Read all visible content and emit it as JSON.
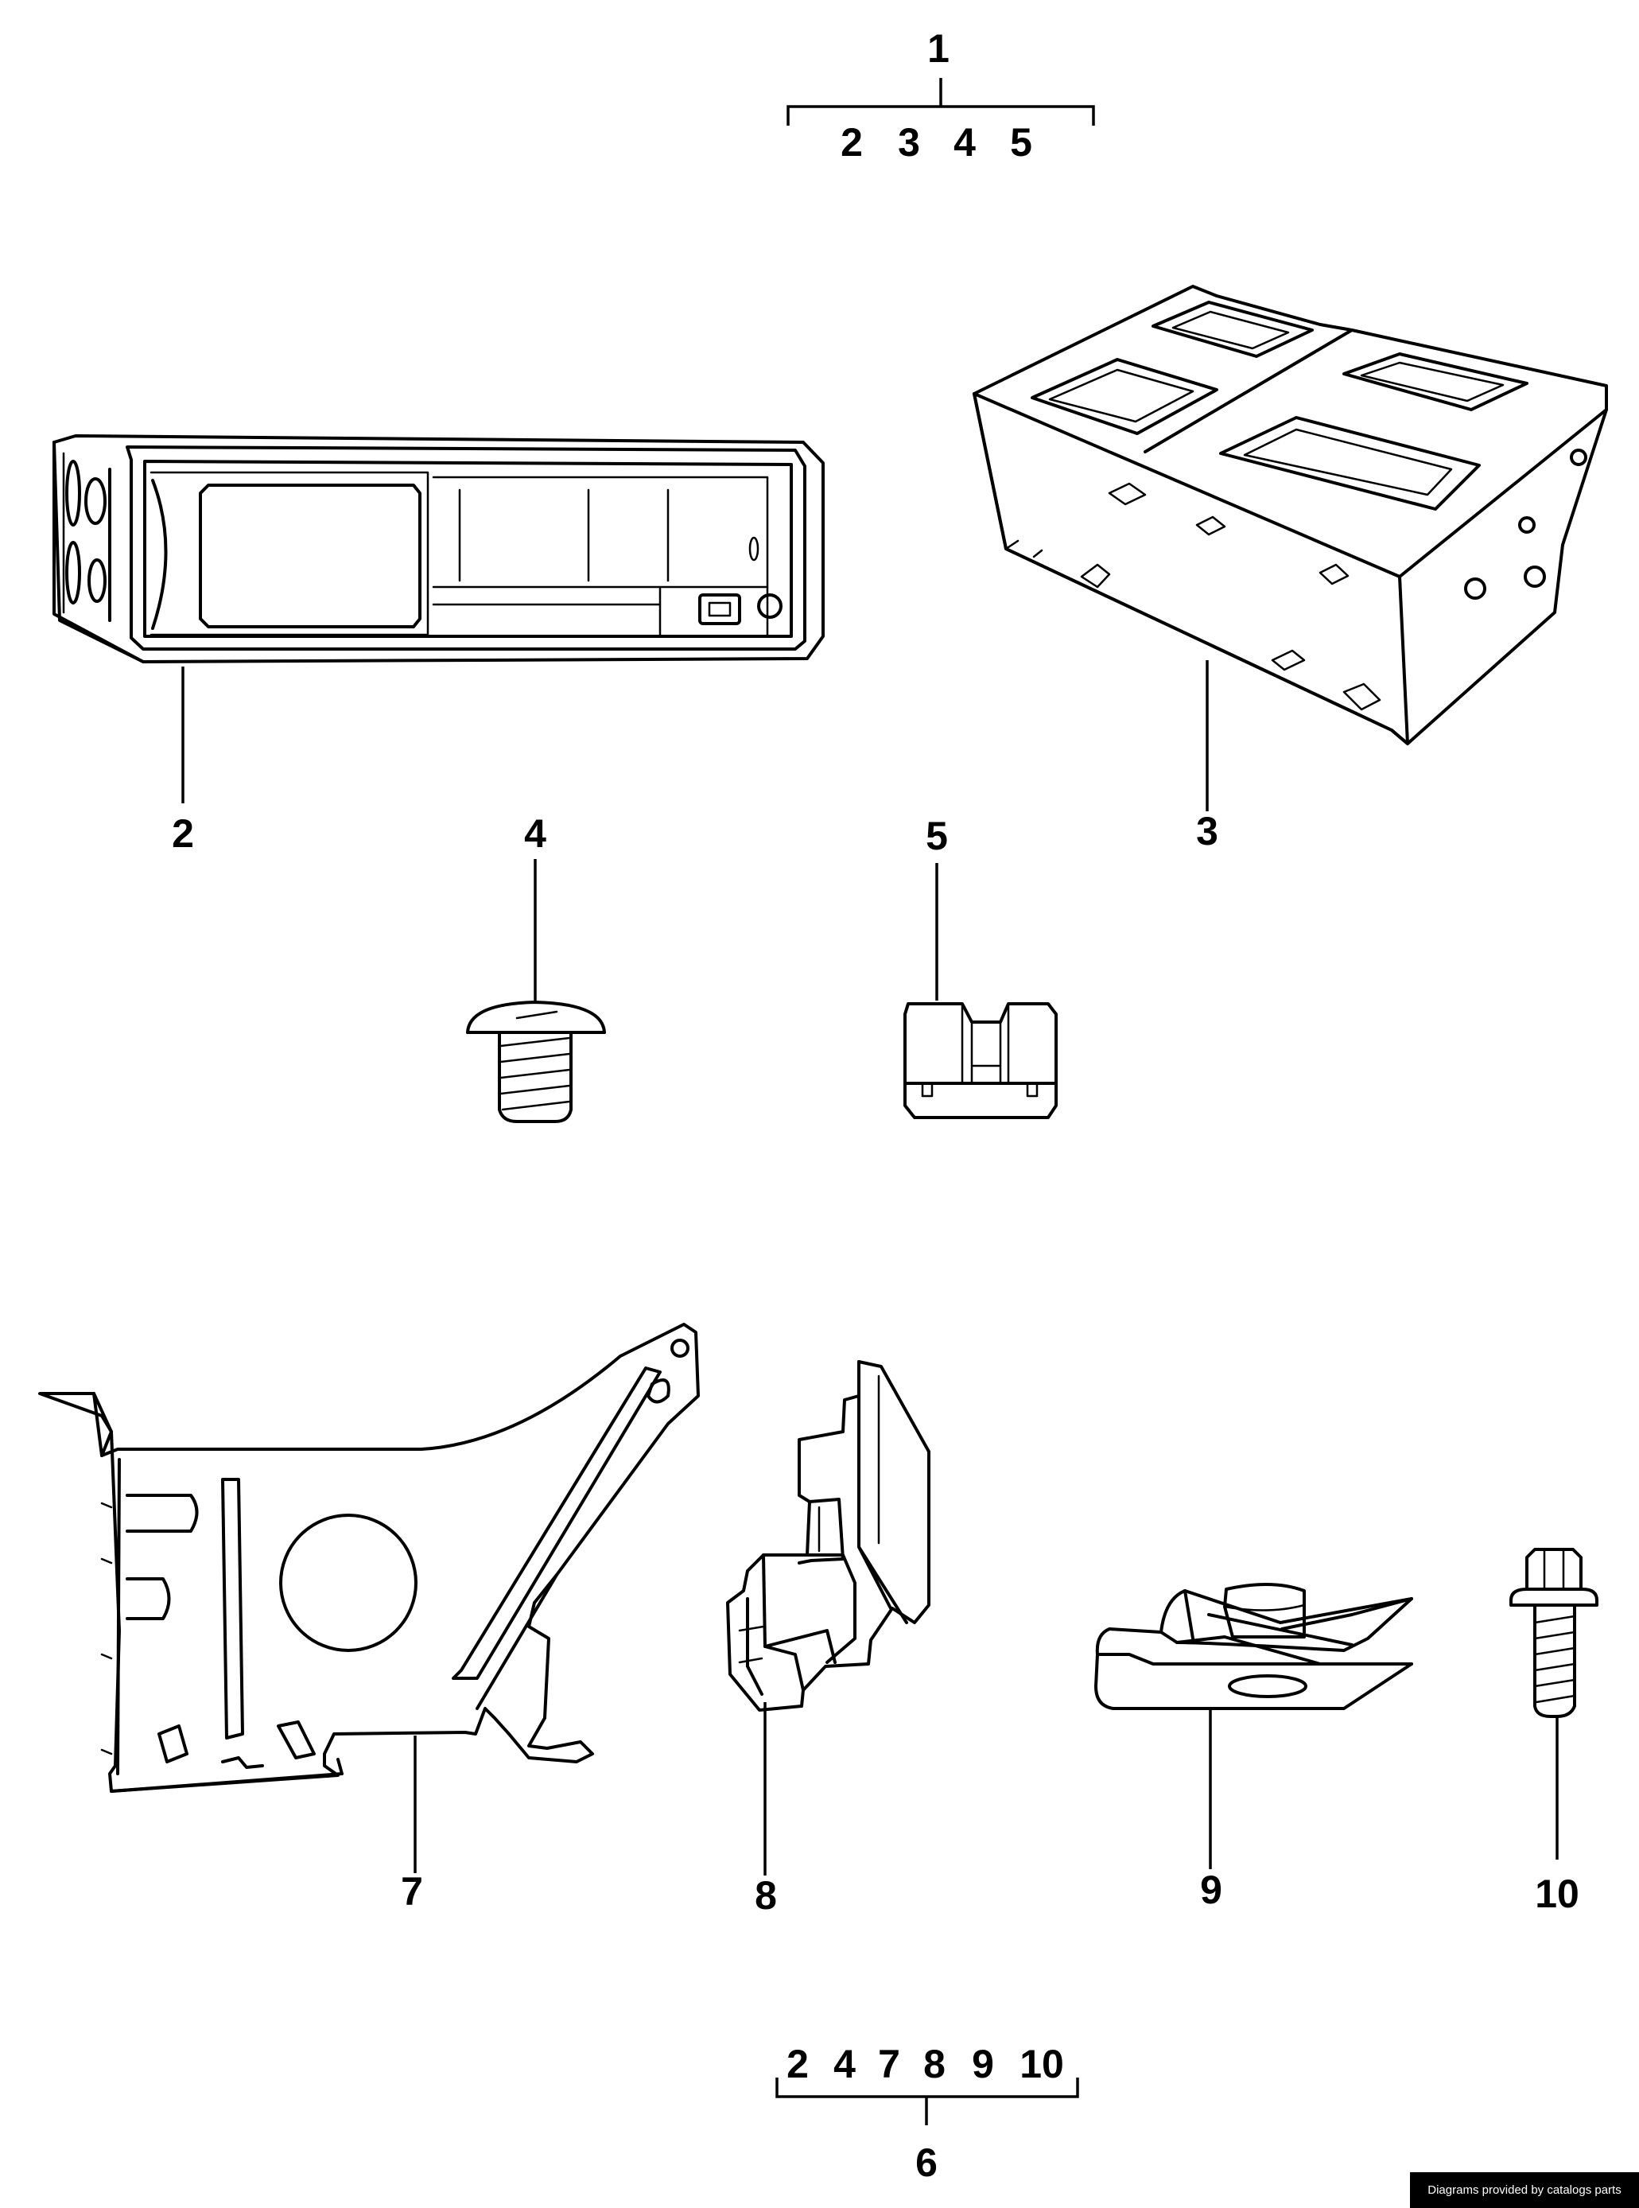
{
  "assembly_top": {
    "label": "1",
    "members": [
      "2",
      "3",
      "4",
      "5"
    ]
  },
  "assembly_bottom": {
    "label": "6",
    "members": [
      "2",
      "4",
      "7",
      "8",
      "9",
      "10"
    ]
  },
  "callouts": {
    "p2": "2",
    "p3": "3",
    "p4": "4",
    "p5": "5",
    "p7": "7",
    "p8": "8",
    "p9": "9",
    "p10": "10"
  },
  "credit": "Diagrams provided by catalogs parts"
}
